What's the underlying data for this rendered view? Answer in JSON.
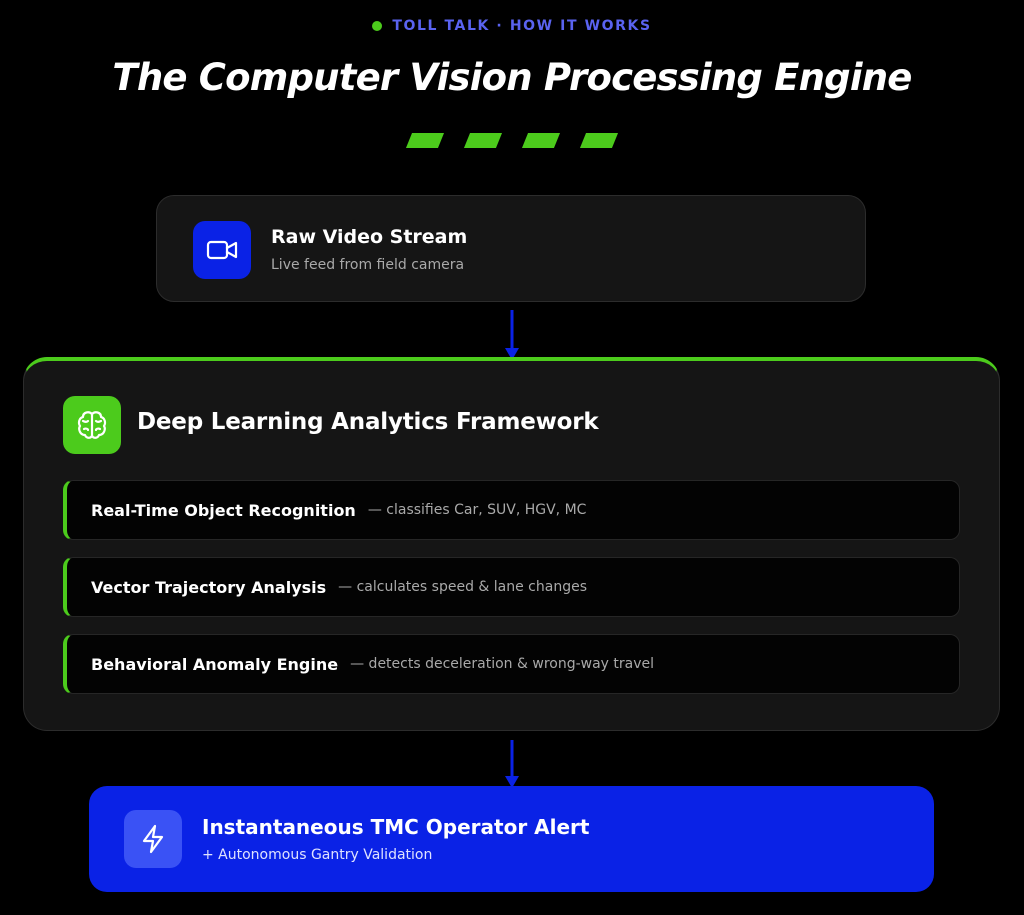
{
  "header": {
    "eyebrow": "TOLL TALK · HOW IT WORKS",
    "title": "The Computer Vision Processing Engine",
    "dash_count": 4
  },
  "source": {
    "title": "Raw Video Stream",
    "subtitle": "Live feed from field camera",
    "icon": "video-camera-icon"
  },
  "framework": {
    "title": "Deep Learning Analytics Framework",
    "icon": "brain-icon",
    "stages": [
      {
        "name": "Real-Time Object Recognition",
        "description": "— classifies Car, SUV, HGV, MC"
      },
      {
        "name": "Vector Trajectory Analysis",
        "description": "— calculates speed & lane changes"
      },
      {
        "name": "Behavioral Anomaly Engine",
        "description": "— detects deceleration & wrong-way travel"
      }
    ]
  },
  "alert": {
    "title": "Instantaneous TMC Operator Alert",
    "subtitle": "+ Autonomous Gantry Validation",
    "icon": "lightning-bolt-icon"
  },
  "colors": {
    "background": "#000000",
    "accent_green": "#4ccb1c",
    "accent_blue": "#0a22e6",
    "eyebrow_text": "#5a63f0",
    "card_surface": "#151515",
    "muted_text": "#a9a9a9"
  }
}
